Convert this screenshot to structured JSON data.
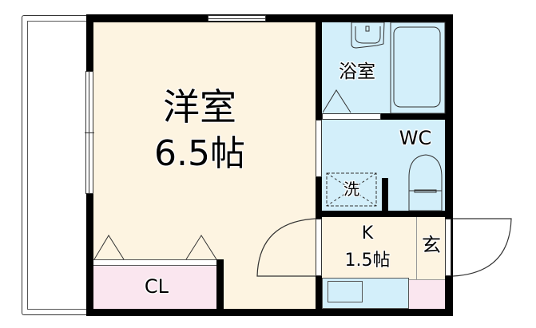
{
  "floorplan": {
    "rooms": [
      {
        "id": "western-room",
        "name": "洋室",
        "size": "6.5帖"
      },
      {
        "id": "bathroom",
        "name": "浴室"
      },
      {
        "id": "toilet",
        "name": "WC"
      },
      {
        "id": "washer",
        "name": "洗"
      },
      {
        "id": "kitchen",
        "name": "K",
        "size": "1.5帖"
      },
      {
        "id": "entrance",
        "name": "玄"
      },
      {
        "id": "closet",
        "name": "CL"
      }
    ],
    "colors": {
      "western_room": "#fdf4e1",
      "wet_area": "#d3effa",
      "closet": "#fae6ef",
      "wall": "#000000",
      "balcony": "#ffffff"
    }
  }
}
